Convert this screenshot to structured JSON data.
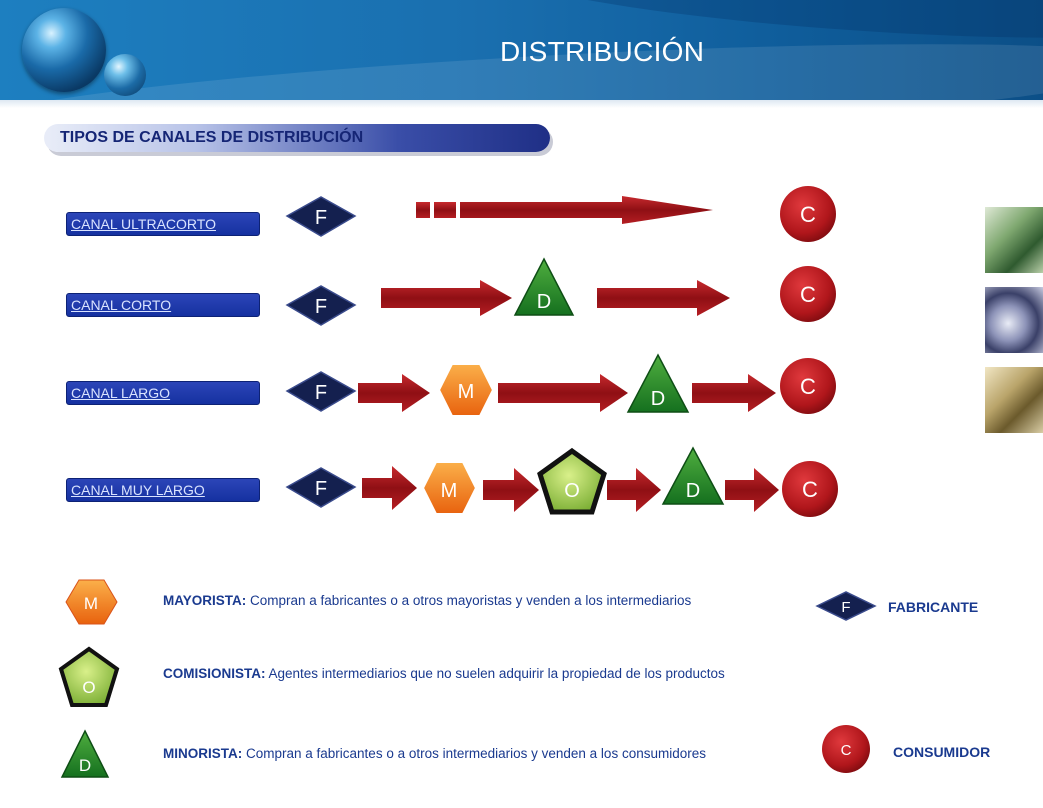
{
  "title": "DISTRIBUCIÓN",
  "section_title": "TIPOS DE CANALES DE DISTRIBUCIÓN",
  "channels": [
    {
      "label": "CANAL ULTRACORTO"
    },
    {
      "label": "CANAL CORTO"
    },
    {
      "label": "CANAL LARGO"
    },
    {
      "label": "CANAL  MUY LARGO"
    }
  ],
  "symbols": {
    "fabricante": "F",
    "mayorista": "M",
    "comisionista": "O",
    "minorista": "D",
    "consumidor": "C"
  },
  "legend": {
    "mayorista": {
      "term": "MAYORISTA:",
      "text": " Compran a fabricantes o a otros mayoristas y venden a los intermediarios"
    },
    "comisionista": {
      "term": "COMISIONISTA:",
      "text": " Agentes intermediarios que no suelen adquirir la propiedad de los productos"
    },
    "minorista": {
      "term": "MINORISTA:",
      "text": " Compran a fabricantes o a otros intermediarios y venden a los consumidores"
    },
    "fabricante": "FABRICANTE",
    "consumidor": "CONSUMIDOR"
  },
  "colors": {
    "header": "#1a6faf",
    "fabricante": "#14204f",
    "mayorista": "#f07a1c",
    "comisionista": "#8dbf3a",
    "minorista": "#1f8a2a",
    "consumidor": "#b5161b",
    "arrow": "#a31419",
    "text": "#1a3a8f"
  },
  "icons": [
    "globe-sphere-icon",
    "nav-thumbnail-icon"
  ]
}
